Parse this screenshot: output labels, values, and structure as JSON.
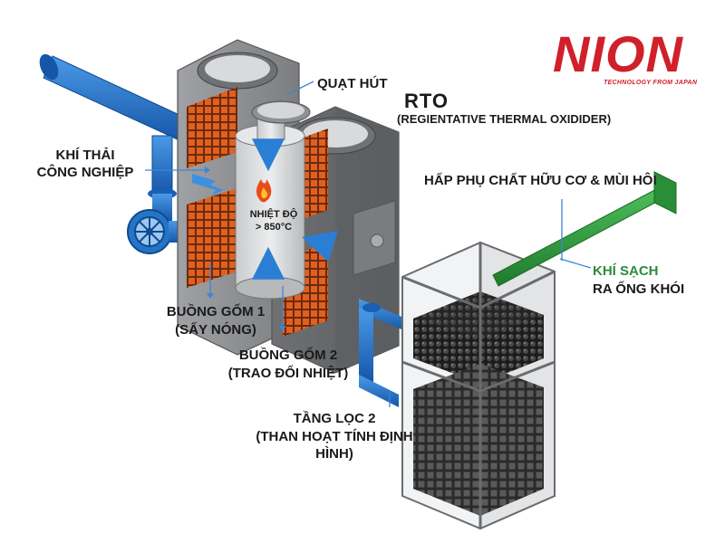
{
  "brand": {
    "logo_text": "NION",
    "tagline": "TECHNOLOGY FROM JAPAN",
    "color": "#d0202a"
  },
  "diagram": {
    "title": "RTO",
    "subtitle": "(REGIENTATIVE THERMAL OXIDIDER)",
    "labels": {
      "exhaust_fan": "QUẠT HÚT",
      "industrial_exhaust_line1": "KHÍ THẢI",
      "industrial_exhaust_line2": "CÔNG NGHIỆP",
      "temperature_line1": "NHIỆT ĐỘ",
      "temperature_line2": "> 850°C",
      "chamber1_line1": "BUỒNG GỐM 1",
      "chamber1_line2": "(SẤY NÓNG)",
      "chamber2_line1": "BUỒNG GỐM 2",
      "chamber2_line2": "(TRAO ĐỔI NHIỆT)",
      "adsorption": "HẤP PHỤ CHẤT HỮU CƠ & MÙI HÔI",
      "clean_air_line1": "KHÍ SẠCH",
      "clean_air_line2": "RA ỐNG KHÓI",
      "filter_stage_line1": "TẦNG LỌC 2",
      "filter_stage_line2": "(THAN HOẠT TÍNH ĐỊNH HÌNH)"
    },
    "colors": {
      "pipe_blue": "#1f6fc9",
      "pipe_green": "#2e9e3f",
      "ceramic_orange": "#e0601e",
      "steel_gray": "#8d8f92",
      "clean_air_text": "#2e8b3a"
    },
    "icons": [
      "flame-icon",
      "flow-arrow-icon",
      "valve-wheel-icon"
    ]
  }
}
